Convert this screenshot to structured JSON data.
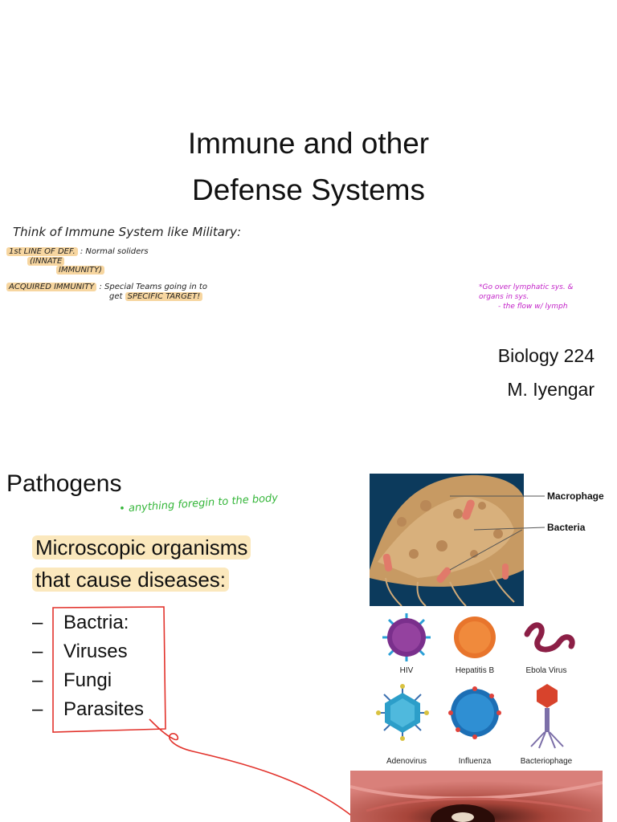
{
  "slide1": {
    "title_line1": "Immune and other",
    "title_line2": "Defense Systems",
    "course": "Biology 224",
    "instructor": "M. Iyengar",
    "notes": {
      "line1": "Think of Immune System like Military:",
      "line2_hl": "1st LINE OF DEF.",
      "line2_rest": ": Normal soliders",
      "line3": "(INNATE",
      "line4": "IMMUNITY)",
      "line5_hl": "ACQUIRED IMMUNITY",
      "line5_rest": ": Special Teams going in to",
      "line6_pre": "get",
      "line6_hl": "SPECIFIC TARGET!",
      "pink1": "*Go over lymphatic sys. &",
      "pink2": "organs in sys.",
      "pink3": "- the flow w/ lymph"
    }
  },
  "slide2": {
    "title": "Pathogens",
    "green_note": "• anything foregin to the body",
    "definition_line1": "Microscopic organisms",
    "definition_line2": "that cause diseases:",
    "bullets": [
      "Bactria:",
      "Viruses",
      "Fungi",
      "Parasites"
    ],
    "bullet_dash": "–",
    "image_labels": {
      "macrophage": "Macrophage",
      "bacteria": "Bacteria"
    },
    "virus_labels": [
      "HIV",
      "Hepatitis B",
      "Ebola Virus",
      "Adenovirus",
      "Influenza",
      "Bacteriophage"
    ]
  },
  "colors": {
    "highlight_orange": "#f7d6a0",
    "highlight_yellow": "#fbe8bd",
    "pink_note": "#c21fc7",
    "green_note": "#35b63a",
    "red_annotation": "#e2332c"
  }
}
